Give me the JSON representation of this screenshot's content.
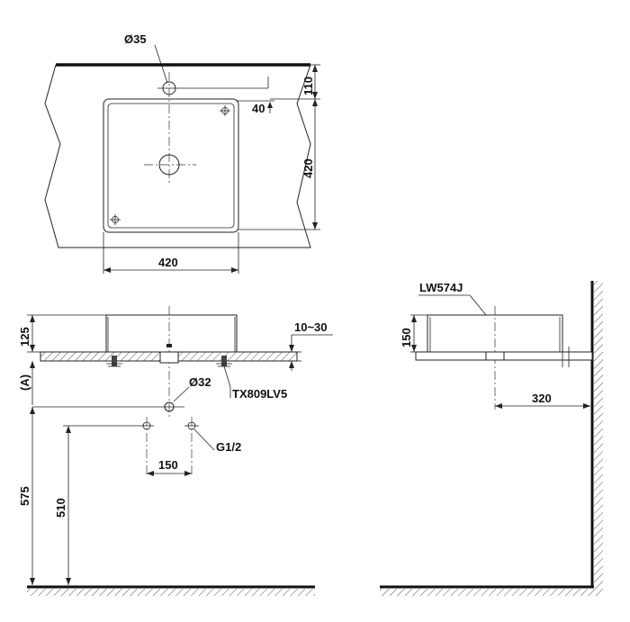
{
  "colors": {
    "line": "#222222",
    "background": "#ffffff",
    "hatch": "#666666"
  },
  "top_view": {
    "faucet_hole": "Ø35",
    "dim_110": "110",
    "dim_40": "40",
    "dim_420_height": "420",
    "dim_420_width": "420"
  },
  "front_view": {
    "dim_125": "125",
    "dim_10_30": "10~30",
    "dim_a": "(A)",
    "drain_dia": "Ø32",
    "drain_part": "TX809LV5",
    "supply_thread": "G1/2",
    "dim_150": "150",
    "dim_575": "575",
    "dim_510": "510"
  },
  "side_view": {
    "model": "LW574J",
    "dim_150": "150",
    "dim_320": "320"
  }
}
